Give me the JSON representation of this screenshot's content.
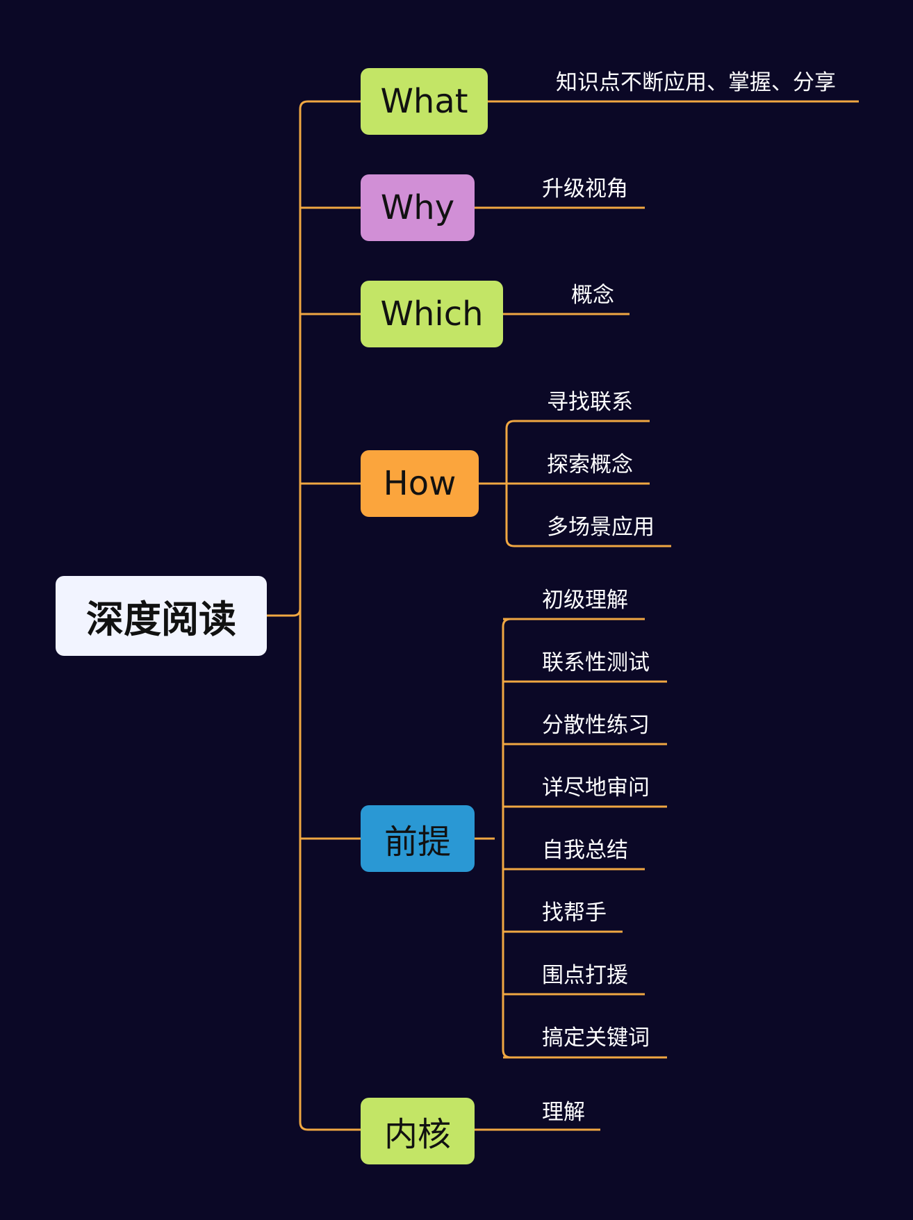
{
  "root": {
    "label": "深度阅读",
    "color": "#f2f4ff"
  },
  "line_color": "#f0a742",
  "branches": [
    {
      "label": "What",
      "color": "#c3e566",
      "leaves": [
        "知识点不断应用、掌握、分享"
      ]
    },
    {
      "label": "Why",
      "color": "#d18fd6",
      "leaves": [
        "升级视角"
      ]
    },
    {
      "label": "Which",
      "color": "#c3e566",
      "leaves": [
        "概念"
      ]
    },
    {
      "label": "How",
      "color": "#fba53d",
      "leaves": [
        "寻找联系",
        "探索概念",
        "多场景应用"
      ]
    },
    {
      "label": "前提",
      "color": "#2a98d4",
      "leaves": [
        "初级理解",
        "联系性测试",
        "分散性练习",
        "详尽地审问",
        "自我总结",
        "找帮手",
        "围点打援",
        "搞定关键词"
      ]
    },
    {
      "label": "内核",
      "color": "#c3e566",
      "leaves": [
        "理解"
      ]
    }
  ]
}
